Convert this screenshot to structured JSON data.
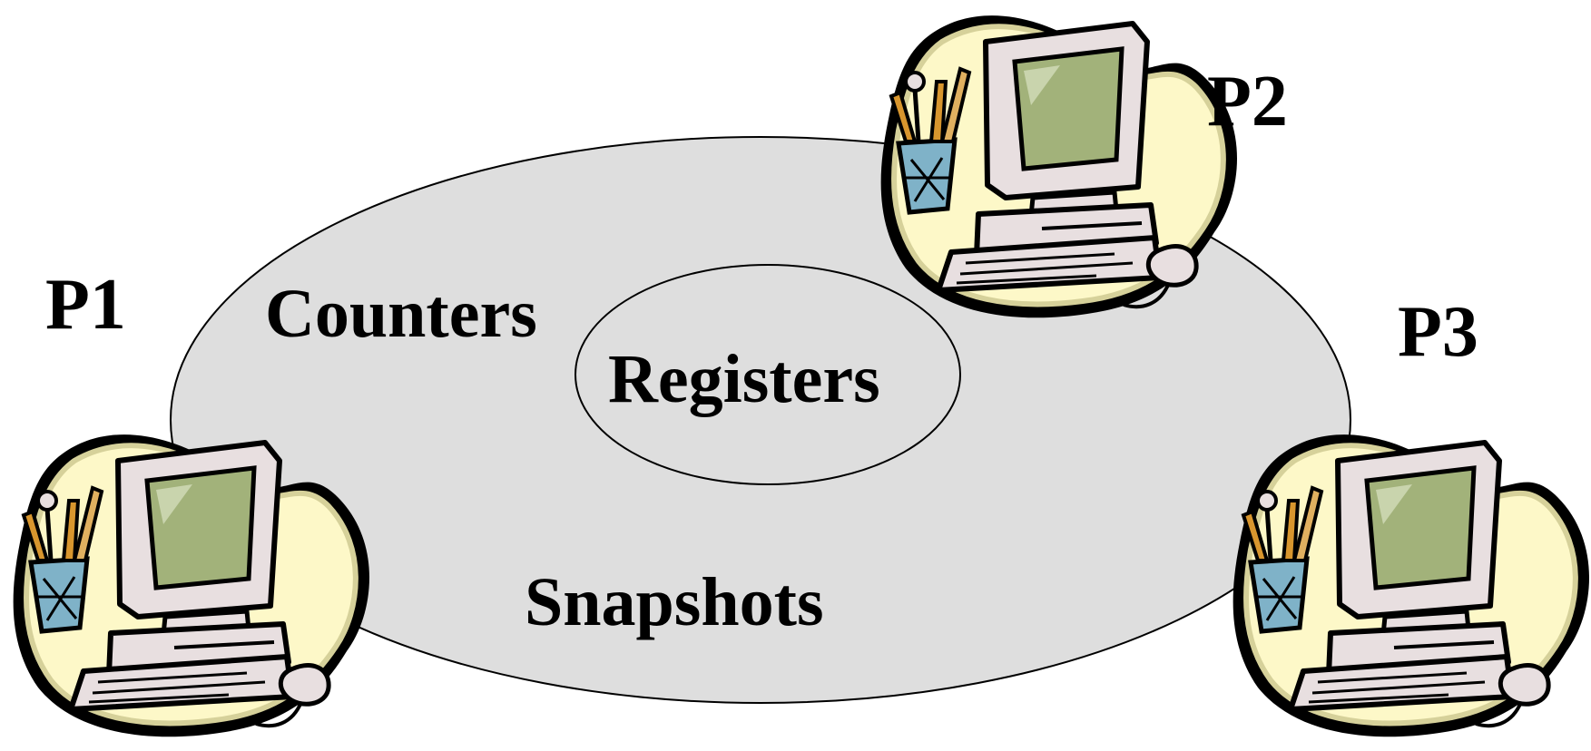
{
  "processes": [
    {
      "label": "P1",
      "icon": "computer-icon"
    },
    {
      "label": "P2",
      "icon": "computer-icon"
    },
    {
      "label": "P3",
      "icon": "computer-icon"
    }
  ],
  "shared_memory": {
    "outer_labels": [
      "Counters",
      "Snapshots"
    ],
    "inner_label": "Registers"
  },
  "colors": {
    "ellipse_fill": "#dedede",
    "blob_fill": "#fdf8c8",
    "blob_shadow": "#d6d19a",
    "screen": "#a2b27a",
    "case": "#e8dfe0",
    "outline": "#000000"
  }
}
